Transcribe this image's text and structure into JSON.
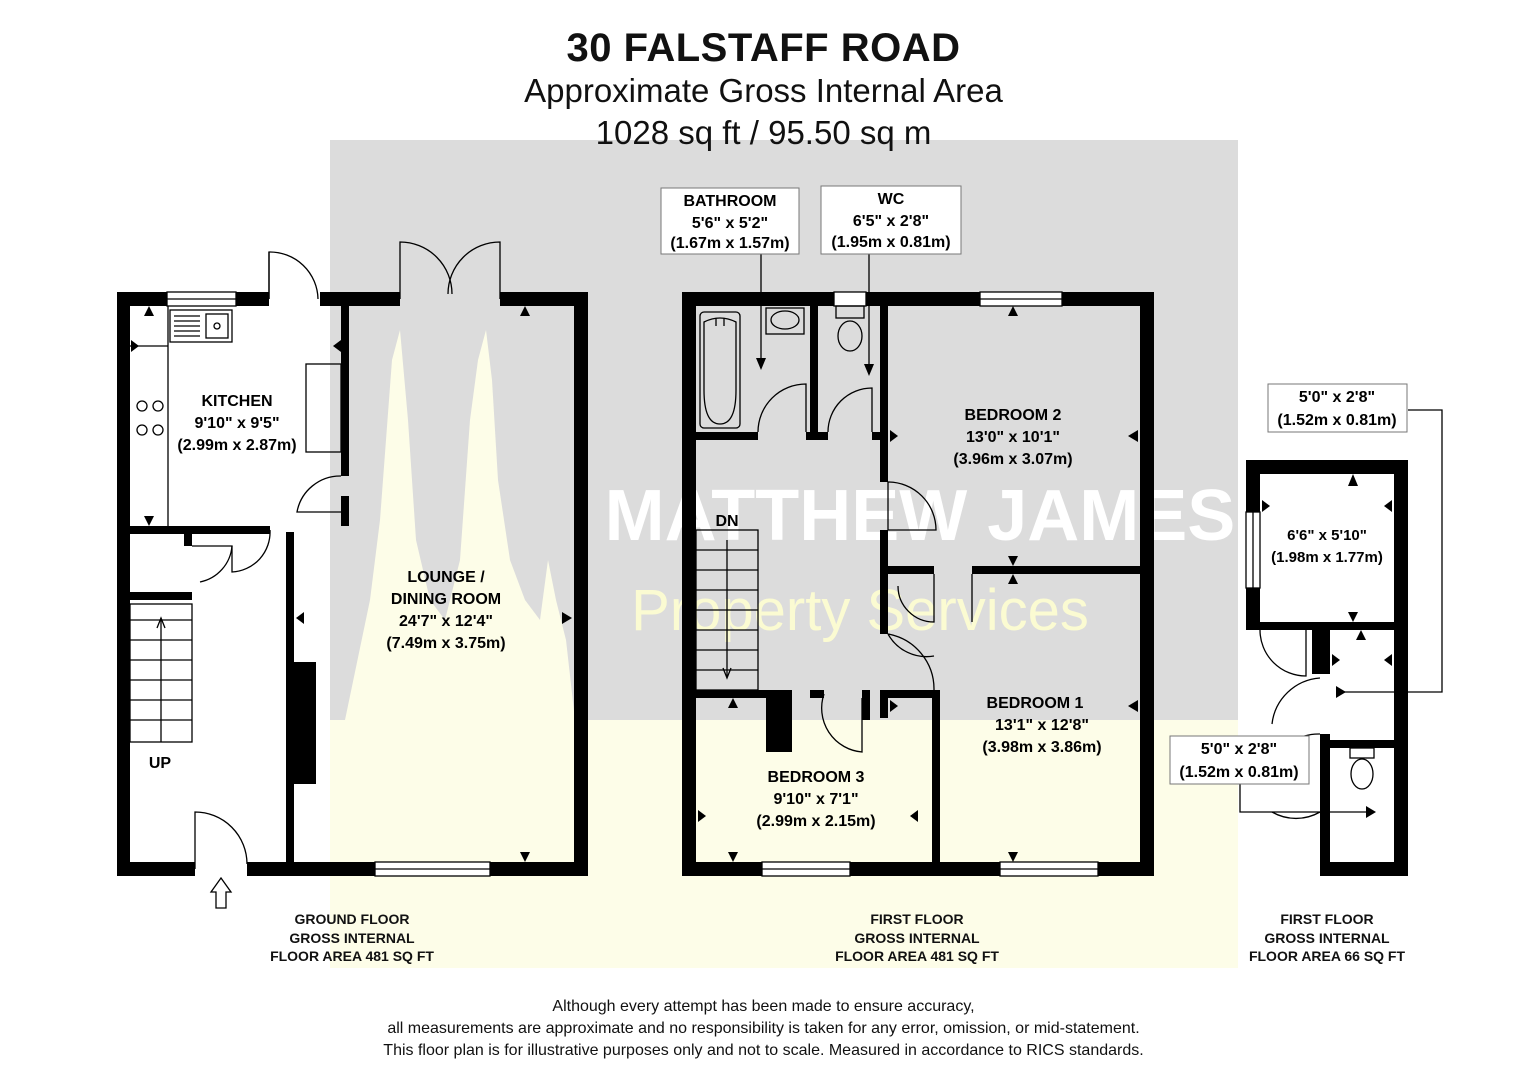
{
  "header": {
    "address": "30 FALSTAFF ROAD",
    "subtitle": "Approximate Gross Internal Area",
    "total_area": "1028 sq ft / 95.50 sq m"
  },
  "watermark": {
    "line1": "MATTHEW JAMES",
    "line2": "Property Services"
  },
  "rooms": {
    "kitchen": {
      "name": "KITCHEN",
      "imperial": "9'10\" x 9'5\"",
      "metric": "(2.99m x 2.87m)"
    },
    "lounge": {
      "name_line1": "LOUNGE /",
      "name_line2": "DINING ROOM",
      "imperial": "24'7\" x 12'4\"",
      "metric": "(7.49m x 3.75m)"
    },
    "bathroom": {
      "name": "BATHROOM",
      "imperial": "5'6\" x 5'2\"",
      "metric": "(1.67m x 1.57m)"
    },
    "wc": {
      "name": "WC",
      "imperial": "6'5\" x 2'8\"",
      "metric": "(1.95m x 0.81m)"
    },
    "bedroom2": {
      "name": "BEDROOM 2",
      "imperial": "13'0\" x 10'1\"",
      "metric": "(3.96m x 3.07m)"
    },
    "bedroom1": {
      "name": "BEDROOM 1",
      "imperial": "13'1\" x 12'8\"",
      "metric": "(3.98m x 3.86m)"
    },
    "bedroom3": {
      "name": "BEDROOM 3",
      "imperial": "9'10\" x 7'1\"",
      "metric": "(2.99m x 2.15m)"
    },
    "annex_room": {
      "imperial": "6'6\" x 5'10\"",
      "metric": "(1.98m x 1.77m)"
    },
    "annex_top": {
      "imperial": "5'0\" x 2'8\"",
      "metric": "(1.52m x 0.81m)"
    },
    "annex_bottom": {
      "imperial": "5'0\" x 2'8\"",
      "metric": "(1.52m x 0.81m)"
    }
  },
  "stairs": {
    "up": "UP",
    "down": "DN"
  },
  "floors": {
    "ground": {
      "line1": "GROUND FLOOR",
      "line2": "GROSS INTERNAL",
      "line3": "FLOOR AREA 481 SQ FT"
    },
    "first": {
      "line1": "FIRST FLOOR",
      "line2": "GROSS INTERNAL",
      "line3": "FLOOR AREA 481 SQ FT"
    },
    "first_annex": {
      "line1": "FIRST FLOOR",
      "line2": "GROSS INTERNAL",
      "line3": "FLOOR AREA 66 SQ FT"
    }
  },
  "disclaimer": {
    "line1": "Although every attempt has been made to ensure accuracy,",
    "line2": "all measurements are approximate and no responsibility is taken for any error, omission, or mid-statement.",
    "line3": "This floor plan is for illustrative purposes only and not to scale. Measured in accordance to RICS standards."
  },
  "colors": {
    "wall": "#000000",
    "watermark_grey": "#dcdcdc",
    "watermark_yellow": "#fdfde8",
    "watermark_text": "#ffffff",
    "watermark_subtext": "#fbfbd2"
  }
}
